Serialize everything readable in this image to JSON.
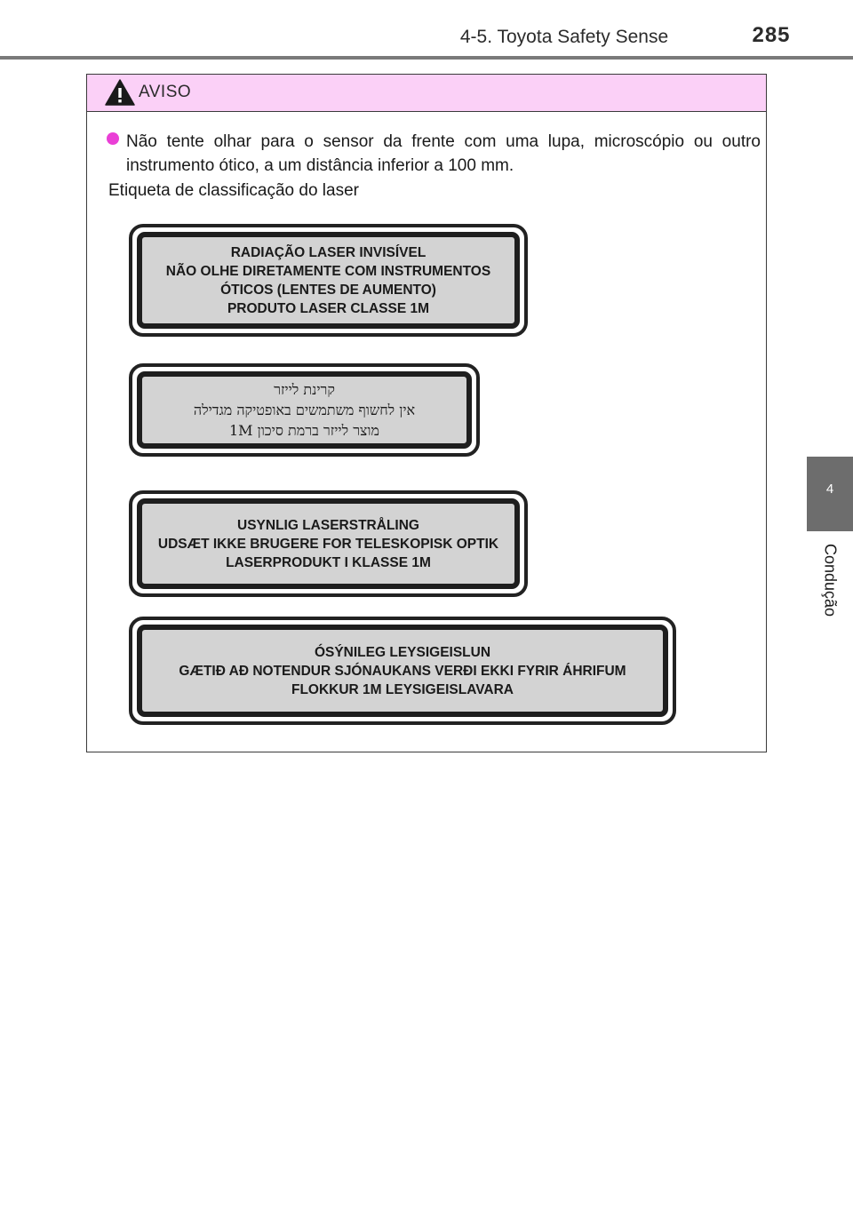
{
  "header": {
    "section_title": "4-5. Toyota Safety Sense",
    "page_number": "285"
  },
  "side_tab": {
    "chapter_number": "4",
    "chapter_label": "Condução"
  },
  "warning": {
    "title": "AVISO",
    "bullet": "Não tente olhar para o sensor da frente com uma lupa, microscópio ou outro instrumento ótico, a um distância inferior a 100 mm.",
    "caption": "Etiqueta de classificação do laser",
    "colors": {
      "header_background": "#fbd0f7",
      "bullet": "#ea3fd6"
    }
  },
  "laser_labels": {
    "portuguese": [
      "RADIAÇÃO LASER INVISÍVEL",
      "NÃO OLHE DIRETAMENTE COM INSTRUMENTOS",
      "ÓTICOS (LENTES DE AUMENTO)",
      "PRODUTO LASER CLASSE 1M"
    ],
    "hebrew": [
      "קרינת לייזר",
      "אין לחשוף משתמשים באופטיקה מגדילה",
      "מוצר לייזר ברמת סיכון 1M"
    ],
    "danish": [
      "USYNLIG LASERSTRÅLING",
      "UDSÆT IKKE BRUGERE FOR TELESKOPISK OPTIK",
      "LASERPRODUKT I KLASSE 1M"
    ],
    "icelandic": [
      "ÓSÝNILEG LEYSIGEISLUN",
      "GÆTIÐ AÐ NOTENDUR SJÓNAUKANS VERÐI EKKI FYRIR ÁHRIFUM",
      "FLOKKUR 1M LEYSIGEISLAVARA"
    ]
  }
}
